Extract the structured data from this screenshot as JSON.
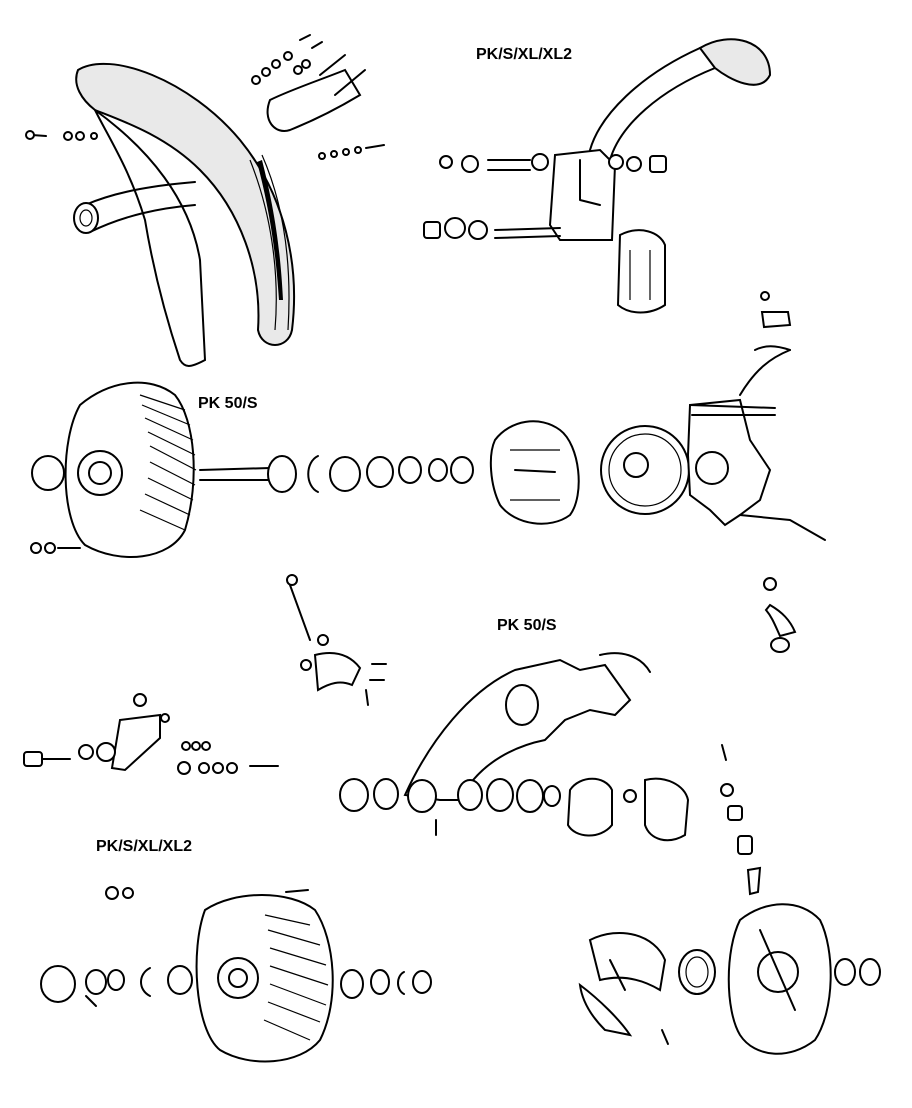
{
  "labels": {
    "top_right": "PK/S/XL/XL2",
    "middle_left": "PK 50/S",
    "middle_right": "PK 50/S",
    "bottom_left": "PK/S/XL/XL2"
  }
}
